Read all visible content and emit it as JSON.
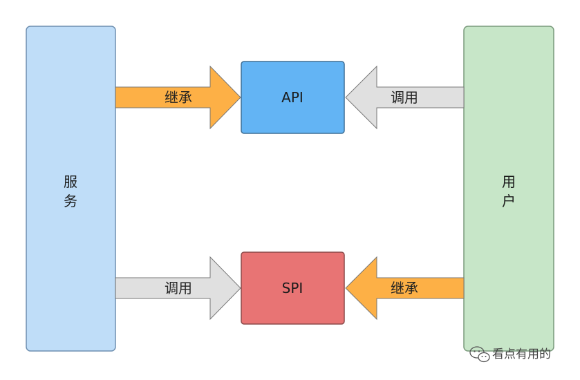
{
  "diagram": {
    "left_panel": {
      "label_line1": "服",
      "label_line2": "务",
      "fill": "#BFDDF8",
      "stroke": "#6E8FB0"
    },
    "right_panel": {
      "label_line1": "用",
      "label_line2": "户",
      "fill": "#C7E6C8",
      "stroke": "#7A9A7C"
    },
    "api_box": {
      "label": "API",
      "fill": "#63B4F4",
      "stroke": "#3E6E95"
    },
    "spi_box": {
      "label": "SPI",
      "fill": "#E87474",
      "stroke": "#8C4A4A"
    },
    "arrows": {
      "service_to_api": {
        "label": "继承",
        "fill": "#FDB046"
      },
      "user_to_api": {
        "label": "调用",
        "fill": "#E0E0E0"
      },
      "service_to_spi": {
        "label": "调用",
        "fill": "#E0E0E0"
      },
      "user_to_spi": {
        "label": "继承",
        "fill": "#FDB046"
      }
    }
  },
  "watermark": {
    "text": "看点有用的",
    "icon": "wechat-icon"
  }
}
